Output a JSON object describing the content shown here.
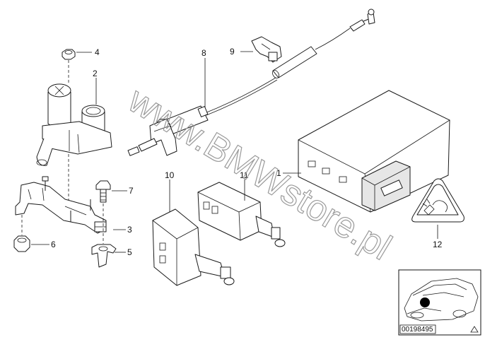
{
  "watermark": "www.BMWstore.pl",
  "reference_code": "00198495",
  "callouts": [
    {
      "id": "1",
      "label": "1"
    },
    {
      "id": "2",
      "label": "2"
    },
    {
      "id": "3",
      "label": "3"
    },
    {
      "id": "4",
      "label": "4"
    },
    {
      "id": "5",
      "label": "5"
    },
    {
      "id": "6",
      "label": "6"
    },
    {
      "id": "7",
      "label": "7"
    },
    {
      "id": "8",
      "label": "8"
    },
    {
      "id": "9",
      "label": "9"
    },
    {
      "id": "10",
      "label": "10"
    },
    {
      "id": "11",
      "label": "11"
    },
    {
      "id": "12",
      "label": "12"
    }
  ],
  "icons": [
    "vehicle-location-icon",
    "warning-triangle-icon",
    "connector-plug-icon"
  ]
}
